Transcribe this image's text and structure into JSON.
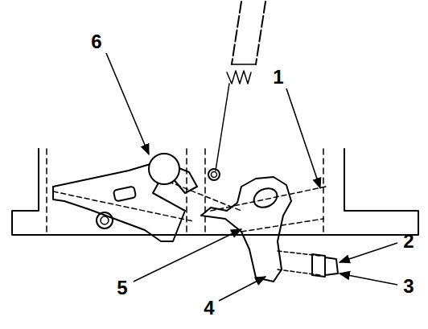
{
  "diagram": {
    "labels": [
      "6",
      "1",
      "2",
      "3",
      "5",
      "4"
    ]
  }
}
